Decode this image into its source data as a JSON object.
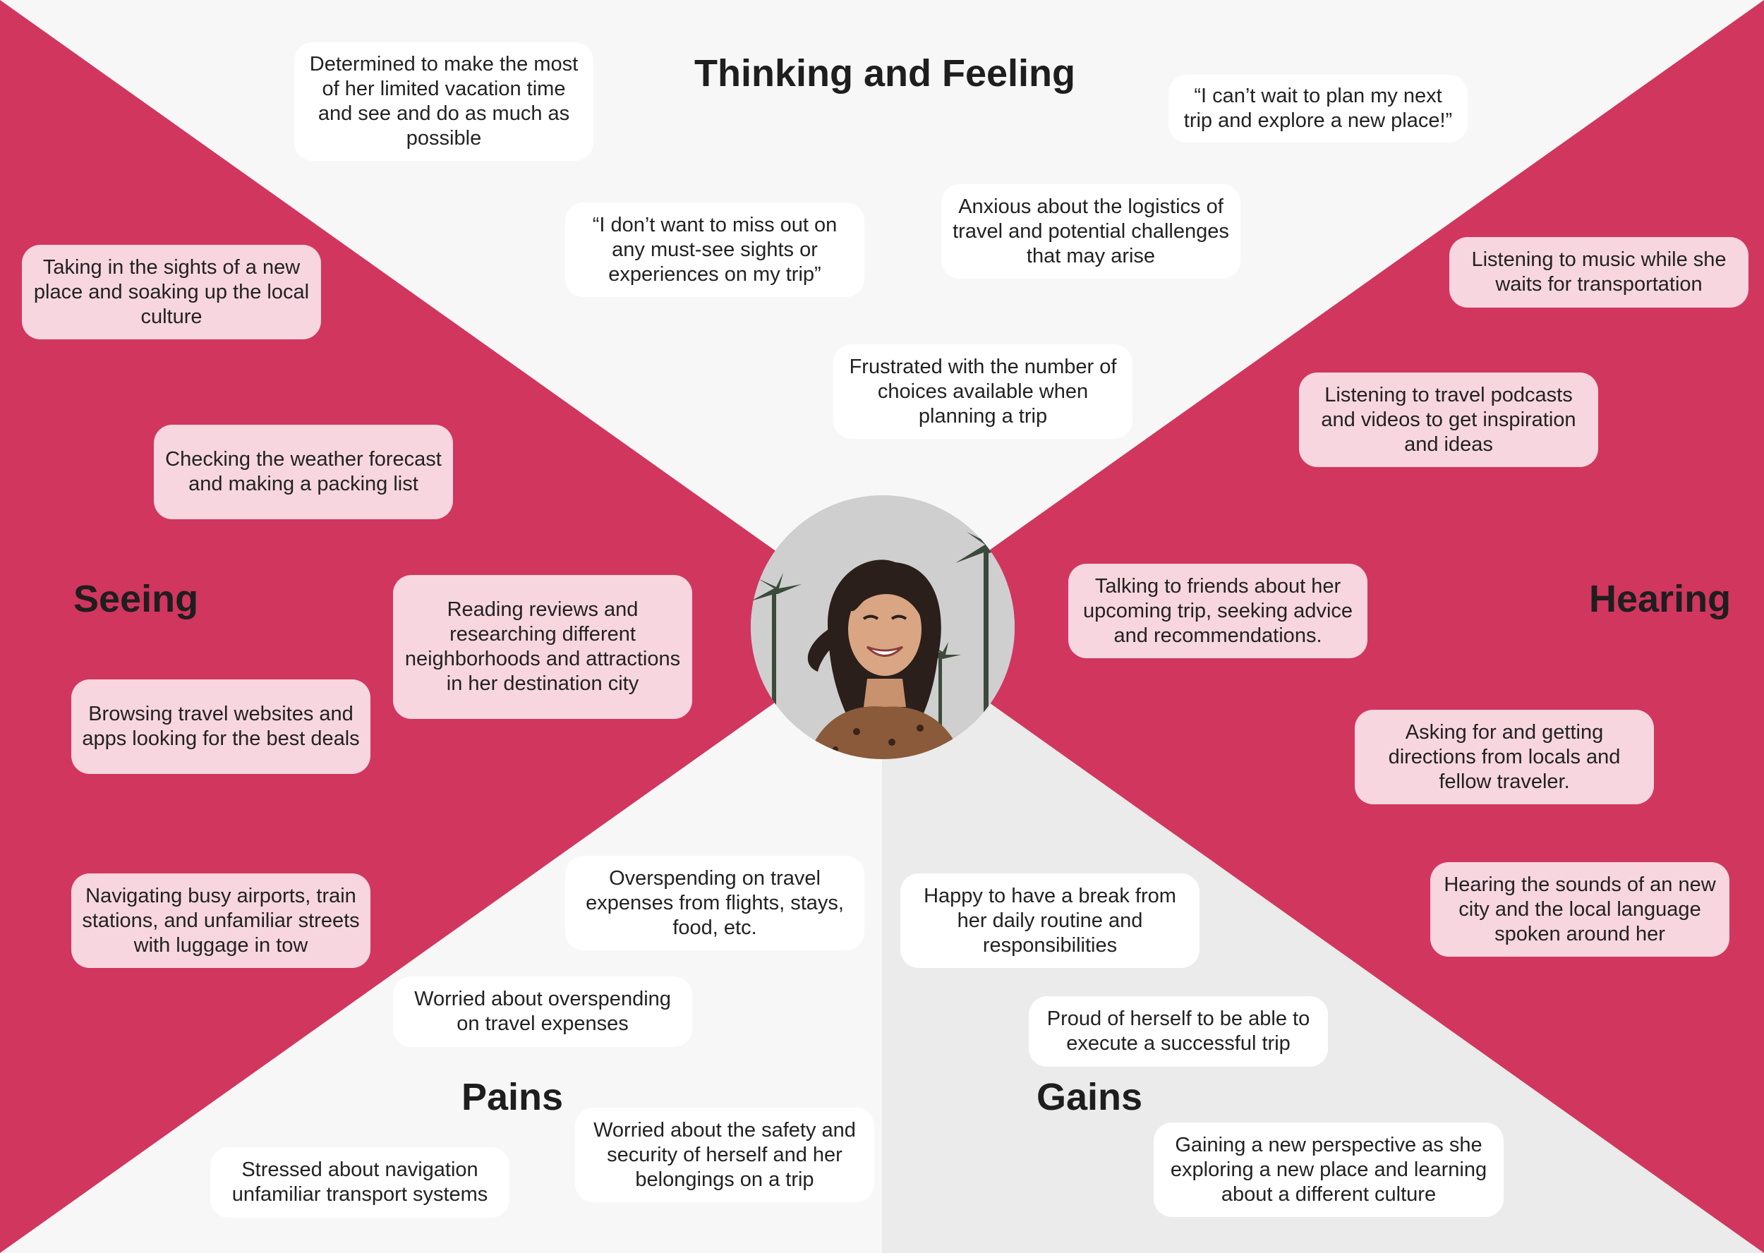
{
  "colors": {
    "accent": "#d1365f",
    "card_pink": "#f7d6df",
    "card_white": "#ffffff",
    "background_top_bottom_left": "#f7f7f7",
    "background_bottom_right": "#ebebeb"
  },
  "headings": {
    "thinking": "Thinking and Feeling",
    "seeing": "Seeing",
    "hearing": "Hearing",
    "pains": "Pains",
    "gains": "Gains"
  },
  "thinking_notes": [
    "Determined to make the most of her limited vacation time and see and do as much as possible",
    "“I can’t wait to plan my next trip and explore a new place!”",
    "“I don’t want to miss out on any must-see sights or experiences on my trip”",
    "Anxious about the logistics of travel and potential challenges that may arise",
    "Frustrated with the number of choices available when planning a trip"
  ],
  "seeing_notes": [
    "Taking in the sights of a new place and soaking up the local culture",
    "Checking the weather forecast and making a packing list",
    "Reading reviews and researching different neighborhoods and attractions in her destination city",
    "Browsing travel websites and apps looking for the best deals",
    "Navigating busy airports, train stations, and unfamiliar streets with luggage in tow"
  ],
  "hearing_notes": [
    "Listening to music while she waits for transportation",
    "Listening to travel podcasts and videos to get inspiration and ideas",
    "Talking to friends about her upcoming trip, seeking advice and recommendations.",
    "Asking for and getting directions from locals and fellow traveler.",
    "Hearing the sounds of an new city and the local language spoken around her"
  ],
  "pains_notes": [
    "Overspending on travel expenses from flights, stays, food, etc.",
    "Worried about overspending on travel expenses",
    "Worried about the safety and security of herself and her belongings on a trip",
    "Stressed about navigation unfamiliar transport systems"
  ],
  "gains_notes": [
    "Happy to have a break from her daily routine and responsibilities",
    "Proud of herself to be able to execute a successful trip",
    "Gaining a new perspective as she exploring a new place and learning about a different culture"
  ],
  "persona": {
    "icon": "persona-photo"
  }
}
